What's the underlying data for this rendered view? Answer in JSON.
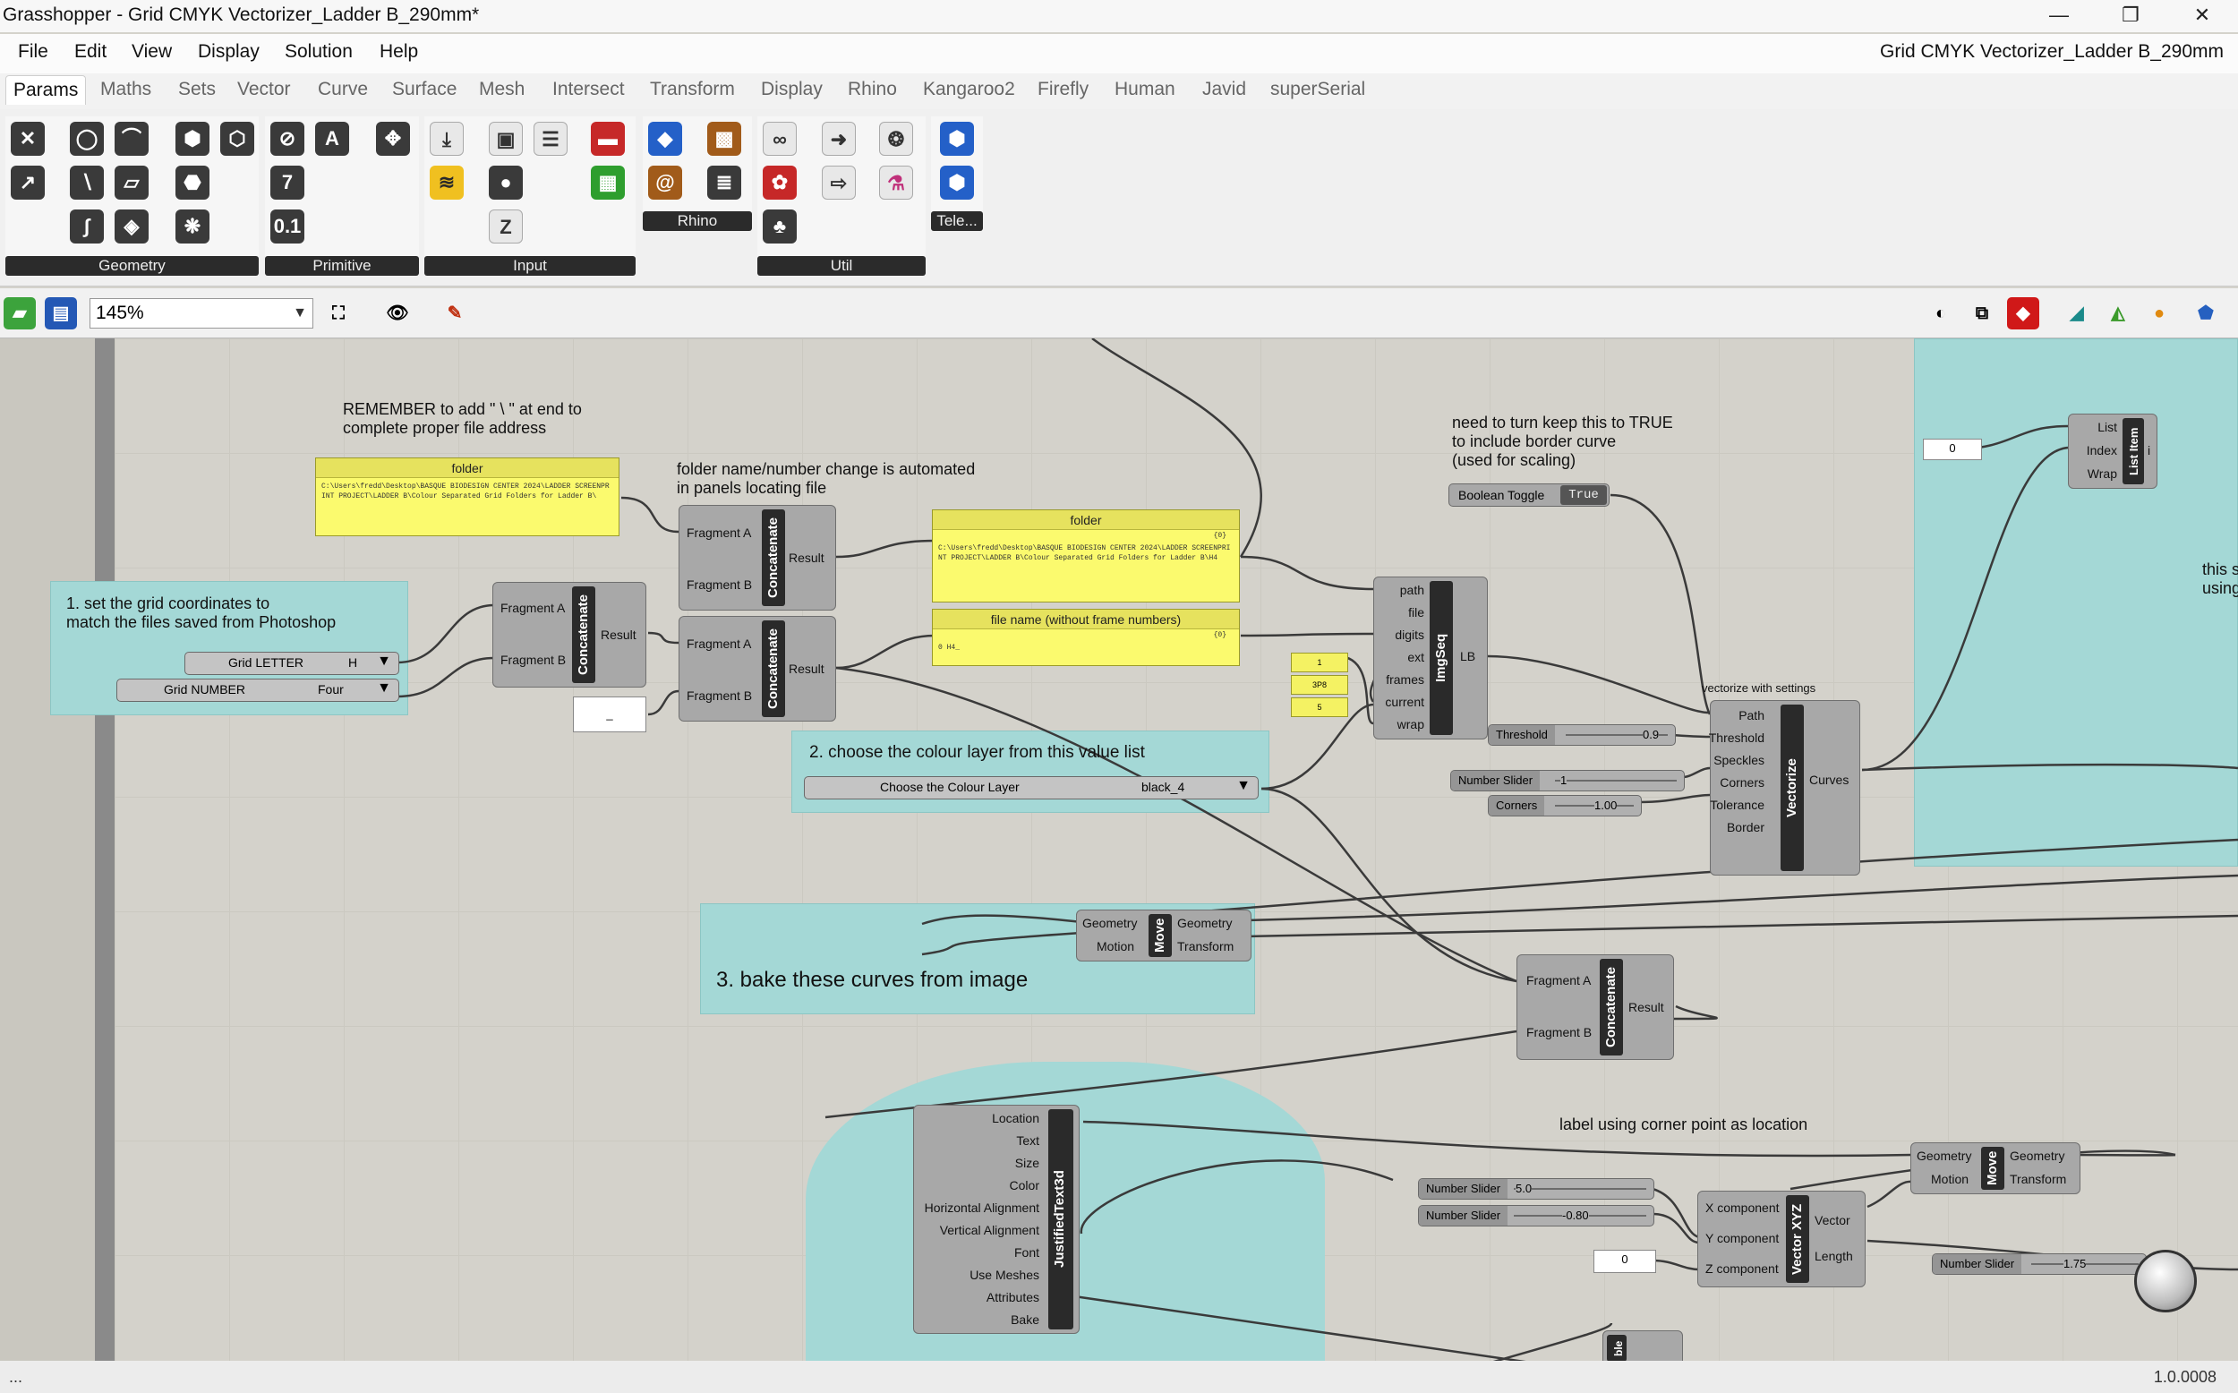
{
  "window": {
    "title": "Grasshopper - Grid CMYK Vectorizer_Ladder B_290mm*",
    "minimize": "—",
    "restore": "❐",
    "close": "✕"
  },
  "menu": {
    "items": [
      "File",
      "Edit",
      "View",
      "Display",
      "Solution",
      "Help"
    ],
    "document": "Grid CMYK Vectorizer_Ladder B_290mm"
  },
  "tabs": [
    "Params",
    "Maths",
    "Sets",
    "Vector",
    "Curve",
    "Surface",
    "Mesh",
    "Intersect",
    "Transform",
    "Display",
    "Rhino",
    "Kangaroo2",
    "Firefly",
    "Human",
    "Javid",
    "superSerial"
  ],
  "ribbon": {
    "groups": [
      "Geometry",
      "Primitive",
      "Input",
      "Rhino",
      "Tele...",
      "Util"
    ]
  },
  "toolbar": {
    "zoom": "145%"
  },
  "comments": {
    "remember": "REMEMBER to add \" \\ \" at end to\ncomplete proper file address",
    "folder_auto": "folder name/number change is automated\nin panels locating file",
    "grid_coords": "1. set the grid coordinates to\nmatch the files saved from Photoshop",
    "border": "need to turn keep this to TRUE\nto include border curve\n(used for scaling)",
    "colour_layer": "2. choose the colour layer from this value list",
    "bake": "3. bake these curves from image",
    "label": "label using corner point as location",
    "vectorize_settings": "vectorize with settings",
    "right_note": "this s\nusing"
  },
  "panels": {
    "folder1": {
      "title": "folder",
      "text": "C:\\Users\\fredd\\Desktop\\BASQUE BIODESIGN CENTER 2024\\LADDER SCREENPRINT PROJECT\\LADDER B\\Colour Separated Grid Folders for Ladder B\\"
    },
    "folder2": {
      "title": "folder",
      "index": "{0}",
      "text": "C:\\Users\\fredd\\Desktop\\BASQUE BIODESIGN CENTER 2024\\LADDER SCREENPRINT PROJECT\\LADDER B\\Colour Separated Grid Folders for Ladder B\\H4"
    },
    "filename": {
      "title": "file name (without frame numbers)",
      "index": "{0}",
      "text": "0  H4_"
    },
    "underscore": "_",
    "pad1": "1",
    "pad2": "3P8",
    "pad3": "5",
    "zero1": "0",
    "zero2": "0"
  },
  "value_lists": {
    "grid_letter": {
      "label": "Grid LETTER",
      "value": "H"
    },
    "grid_number": {
      "label": "Grid NUMBER",
      "value": "Four"
    },
    "colour_layer": {
      "label": "Choose the Colour Layer",
      "value": "black_4"
    }
  },
  "toggle": {
    "label": "Boolean Toggle",
    "value": "True"
  },
  "sliders": {
    "threshold": {
      "label": "Threshold",
      "value": "0.9"
    },
    "number1": {
      "label": "Number Slider",
      "value": "1"
    },
    "corners": {
      "label": "Corners",
      "value": "1.00"
    },
    "num_5": {
      "label": "Number Slider",
      "value": "5.0"
    },
    "num_neg": {
      "label": "Number Slider",
      "value": "-0.80"
    },
    "num_175": {
      "label": "Number Slider",
      "value": "1.75"
    }
  },
  "components": {
    "concat1": {
      "name": "Concatenate",
      "inputs": [
        "Fragment A",
        "Fragment B"
      ],
      "output": "Result"
    },
    "concat2": {
      "name": "Concatenate",
      "inputs": [
        "Fragment A",
        "Fragment B"
      ],
      "output": "Result"
    },
    "concat3": {
      "name": "Concatenate",
      "inputs": [
        "Fragment A",
        "Fragment B"
      ],
      "output": "Result"
    },
    "concat4": {
      "name": "Concatenate",
      "inputs": [
        "Fragment A",
        "Fragment B"
      ],
      "output": "Result"
    },
    "imgseq": {
      "name": "ImgSeq",
      "inputs": [
        "path",
        "file",
        "digits",
        "ext",
        "frames",
        "current",
        "wrap"
      ],
      "output": "LB"
    },
    "vectorize": {
      "name": "Vectorize",
      "inputs": [
        "Path",
        "Threshold",
        "Speckles",
        "Corners",
        "Tolerance",
        "Border"
      ],
      "output": "Curves"
    },
    "listitem": {
      "name": "List Item",
      "inputs": [
        "List",
        "Index",
        "Wrap"
      ],
      "output": "i"
    },
    "move1": {
      "name": "Move",
      "inputs": [
        "Geometry",
        "Motion"
      ],
      "outputs": [
        "Geometry",
        "Transform"
      ]
    },
    "move2": {
      "name": "Move",
      "inputs": [
        "Geometry",
        "Motion"
      ],
      "outputs": [
        "Geometry",
        "Transform"
      ]
    },
    "text3d": {
      "name": "JustifiedText3d",
      "inputs": [
        "Location",
        "Text",
        "Size",
        "Color",
        "Horizontal Alignment",
        "Vertical Alignment",
        "Font",
        "Use Meshes",
        "Attributes",
        "Bake"
      ]
    },
    "vecxyz": {
      "name": "Vector XYZ",
      "inputs": [
        "X component",
        "Y component",
        "Z component"
      ],
      "outputs": [
        "Vector",
        "Length"
      ]
    },
    "partial": {
      "name": "ble"
    }
  },
  "status": {
    "version": "1.0.0008",
    "left": "..."
  }
}
